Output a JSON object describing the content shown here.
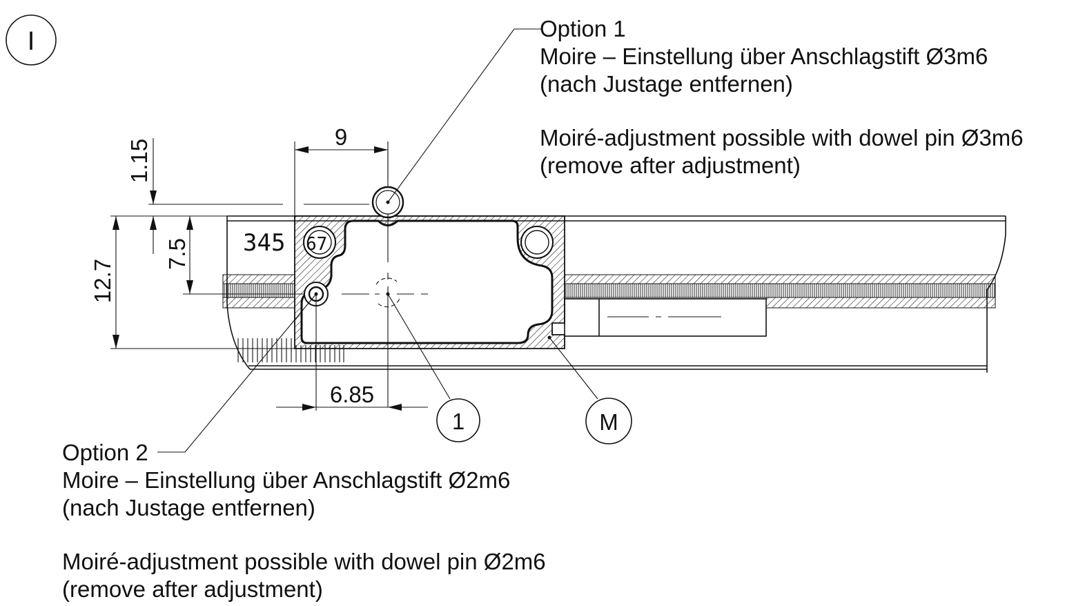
{
  "view_label": "I",
  "option1": {
    "title": "Option 1",
    "line_de": "Moire – Einstellung über Anschlagstift Ø3m6",
    "line_de2": "(nach Justage entfernen)",
    "line_en": "Moiré-adjustment possible with dowel pin Ø3m6",
    "line_en2": "(remove after adjustment)"
  },
  "option2": {
    "title": "Option 2",
    "line_de": "Moire – Einstellung über Anschlagstift Ø2m6",
    "line_de2": "(nach Justage entfernen)",
    "line_en": "Moiré-adjustment possible with dowel pin Ø2m6",
    "line_en2": "(remove after adjustment)"
  },
  "dimensions": {
    "width_top": "9",
    "height_small": "1.15",
    "height_mid": "7.5",
    "height_total": "12.7",
    "offset_bottom": "6.85"
  },
  "part_marking": "345",
  "part_marking_small": "67",
  "callouts": {
    "item1": "1",
    "itemM": "M"
  }
}
